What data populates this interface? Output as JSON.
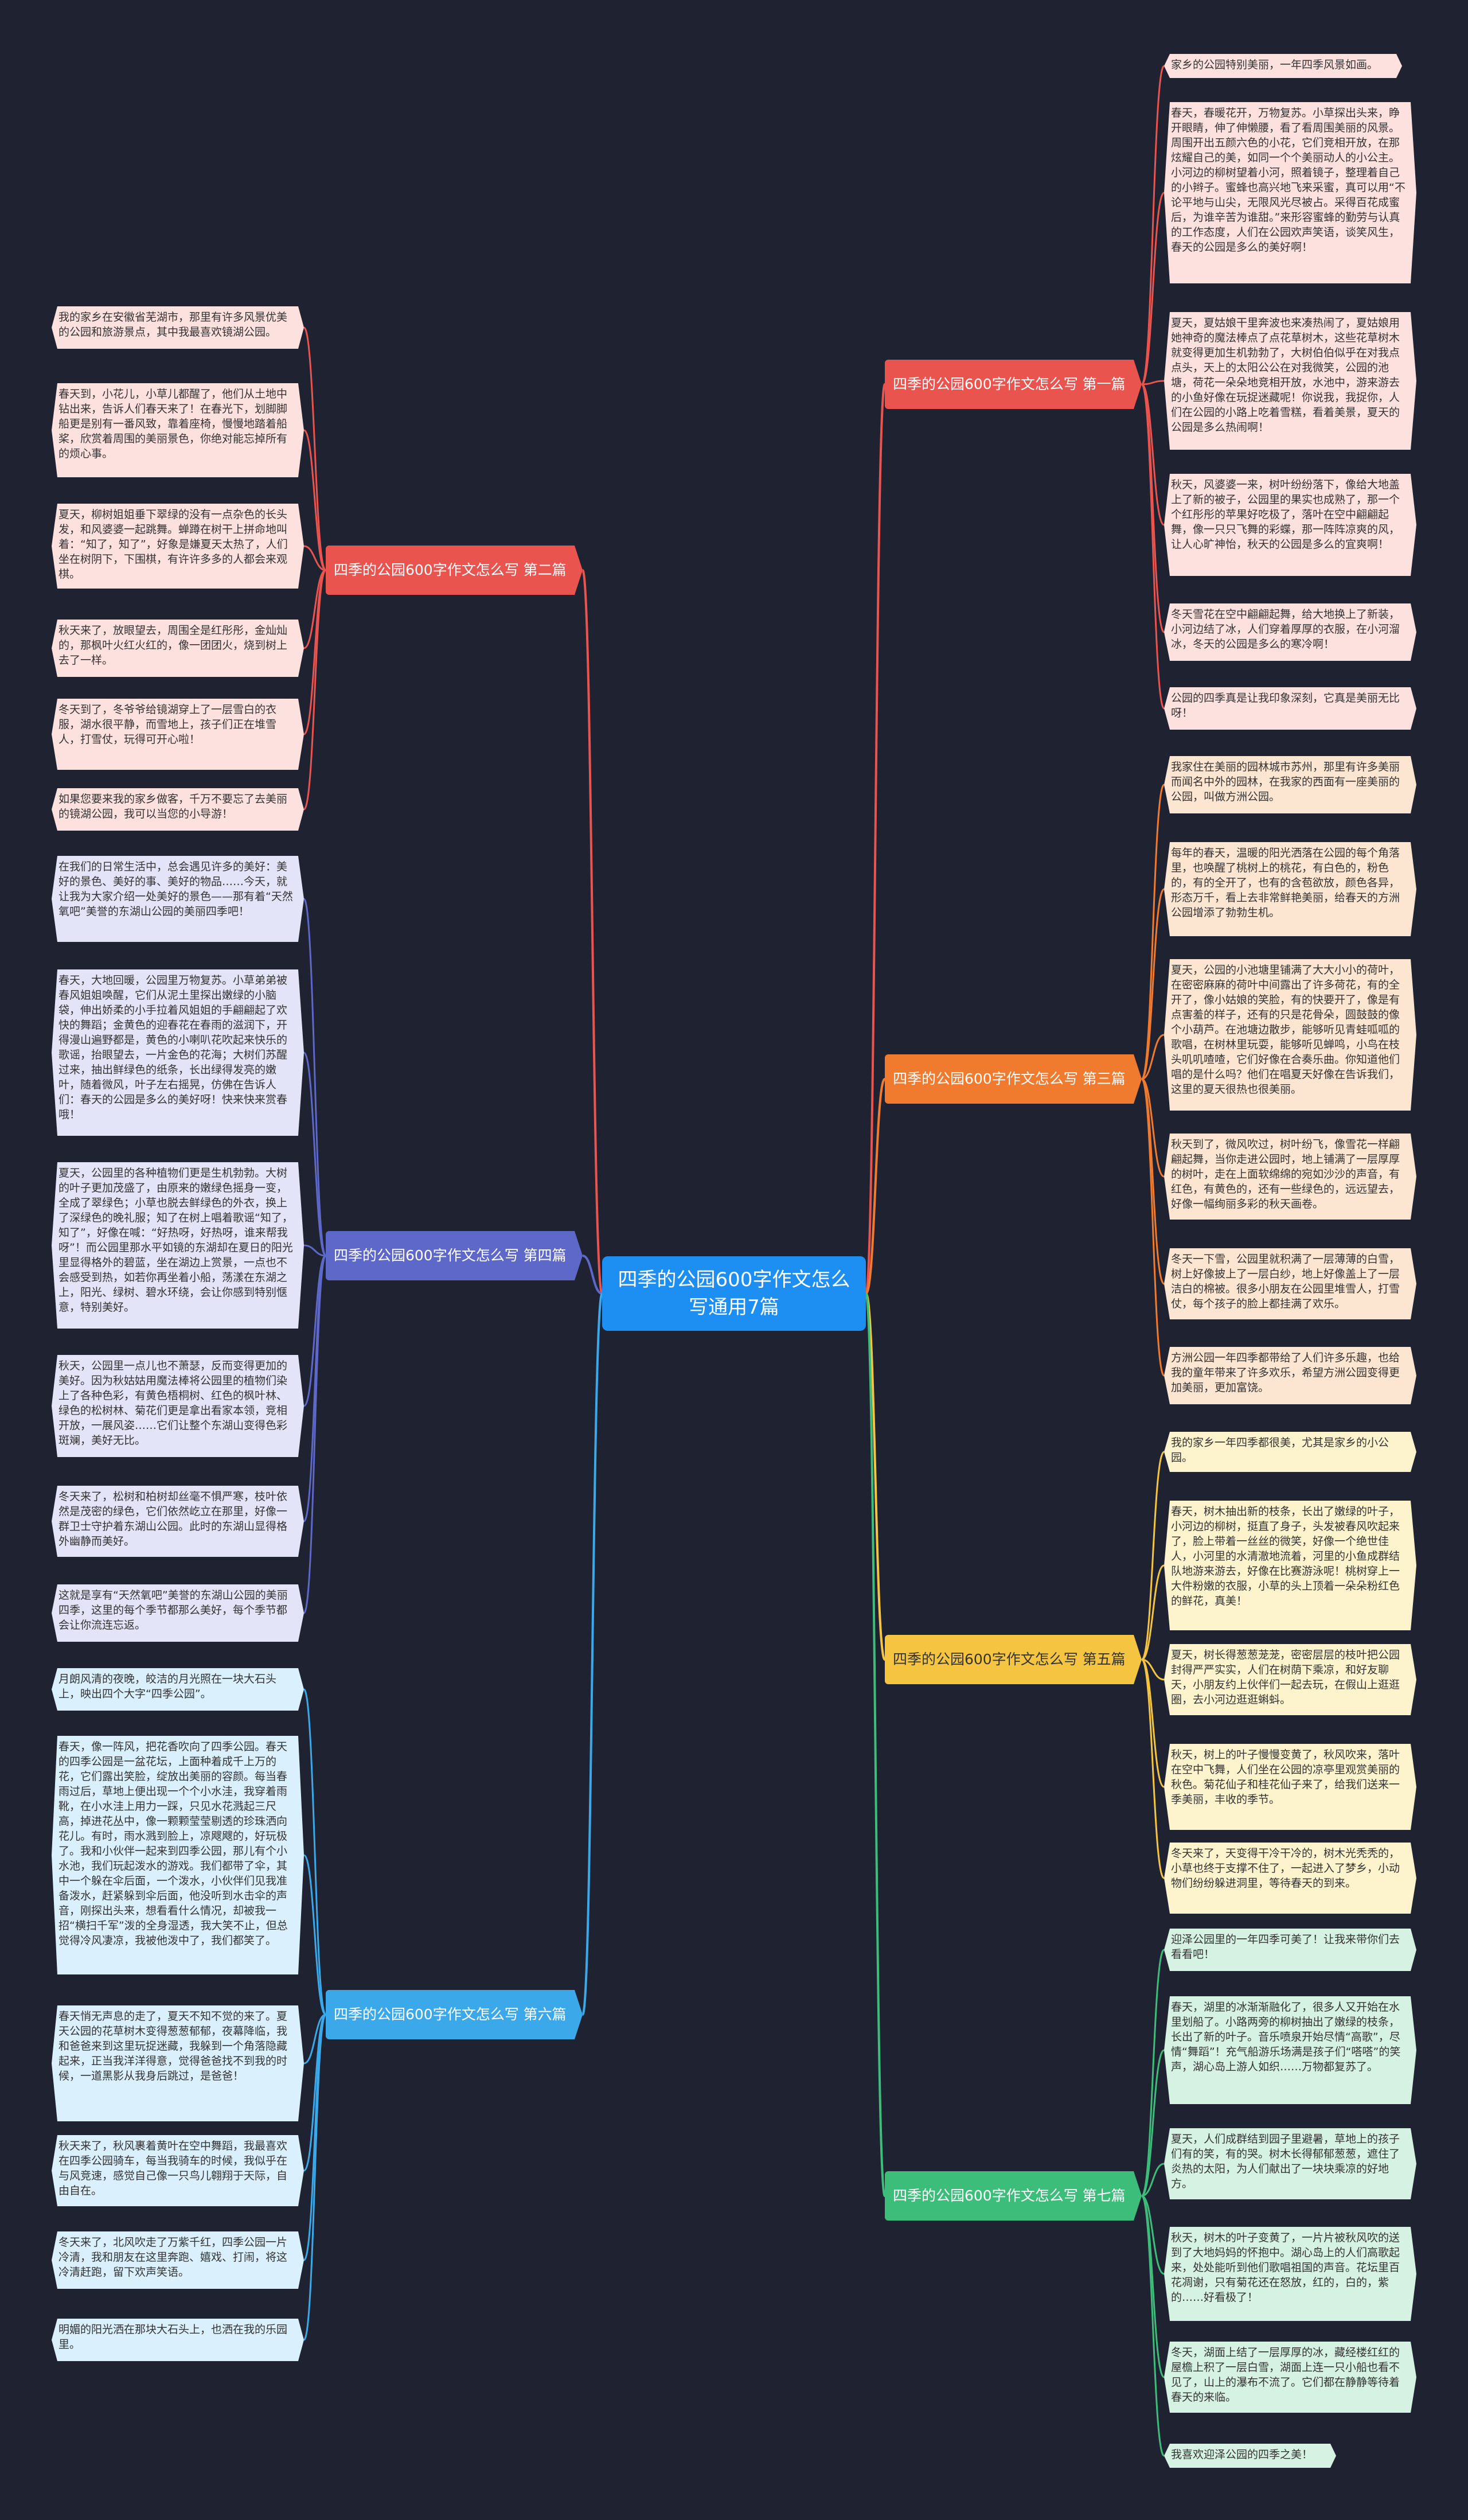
{
  "root": {
    "label": "四季的公园600字作文怎么写通用7篇"
  },
  "colors": {
    "background": "#1f2230",
    "root": "#1d8ff2",
    "b1": "#e9544f",
    "b2": "#e9544f",
    "b3": "#f07a2e",
    "b4": "#5d68c8",
    "b5": "#f5c542",
    "b6": "#3ba9e9",
    "b7": "#3dbd7a"
  },
  "branches": [
    {
      "label": "四季的公园600字作文怎么写 第一篇",
      "leaves": [
        "家乡的公园特别美丽，一年四季风景如画。",
        "春天，春暖花开，万物复苏。小草探出头来，睁开眼睛，伸了伸懒腰，看了看周围美丽的风景。周围开出五颜六色的小花，它们竞相开放，在那炫耀自己的美，如同一个个美丽动人的小公主。小河边的柳树望着小河，照着镜子，整理着自己的小辫子。蜜蜂也高兴地飞来采蜜，真可以用“不论平地与山尖，无限风光尽被占。采得百花成蜜后，为谁辛苦为谁甜。”来形容蜜蜂的勤劳与认真的工作态度，人们在公园欢声笑语，谈笑风生，春天的公园是多么的美好啊！",
        "夏天，夏姑娘干里奔波也来凑热闹了，夏姑娘用她神奇的魔法棒点了点花草树木，这些花草树木就变得更加生机勃勃了，大树伯伯似乎在对我点点头，天上的太阳公公在对我微笑，公园的池塘，荷花一朵朵地竞相开放，水池中，游来游去的小鱼好像在玩捉迷藏呢！你说我，我捉你，人们在公园的小路上吃着雪糕，看着美景，夏天的公园是多么热闹啊！",
        "秋天，风婆婆一来，树叶纷纷落下，像给大地盖上了新的被子，公园里的果实也成熟了，那一个个红彤彤的苹果好吃极了，落叶在空中翩翩起舞，像一只只飞舞的彩蝶，那一阵阵凉爽的风，让人心旷神怡，秋天的公园是多么的宜爽啊！",
        "冬天雪花在空中翩翩起舞，给大地换上了新装，小河边结了冰，人们穿着厚厚的衣服，在小河溜冰，冬天的公园是多么的寒冷啊！",
        "公园的四季真是让我印象深刻，它真是美丽无比呀！"
      ]
    },
    {
      "label": "四季的公园600字作文怎么写 第二篇",
      "leaves": [
        "我的家乡在安徽省芜湖市，那里有许多风景优美的公园和旅游景点，其中我最喜欢镜湖公园。",
        "春天到，小花儿，小草儿都醒了，他们从土地中钻出来，告诉人们春天来了！在春光下，划脚脚船更是别有一番风致，靠着座椅，慢慢地踏着船桨，欣赏着周围的美丽景色，你绝对能忘掉所有的烦心事。",
        "夏天，柳树姐姐垂下翠绿的没有一点杂色的长头发，和风婆婆一起跳舞。蝉蹲在树干上拼命地叫着：“知了，知了”，好象是嫌夏天太热了，人们坐在树阴下，下围棋，有许许多多的人都会来观棋。",
        "秋天来了，放眼望去，周围全是红彤彤，金灿灿的，那枫叶火红火红的，像一团团火，烧到树上去了一样。",
        "冬天到了，冬爷爷给镜湖穿上了一层雪白的衣服，湖水很平静，而雪地上，孩子们正在堆雪人，打雪仗，玩得可开心啦！",
        "如果您要来我的家乡做客，千万不要忘了去美丽的镜湖公园，我可以当您的小导游！"
      ]
    },
    {
      "label": "四季的公园600字作文怎么写 第三篇",
      "leaves": [
        "我家住在美丽的园林城市苏州，那里有许多美丽而闻名中外的园林，在我家的西面有一座美丽的公园，叫做方洲公园。",
        "每年的春天，温暖的阳光洒落在公园的每个角落里，也唤醒了桃树上的桃花，有白色的，粉色的，有的全开了，也有的含苞欲放，颜色各异，形态万千，看上去非常鲜艳美丽，给春天的方洲公园增添了勃勃生机。",
        "夏天，公园的小池塘里铺满了大大小小的荷叶，在密密麻麻的荷叶中间露出了许多荷花，有的全开了，像小姑娘的笑脸，有的快要开了，像是有点害羞的样子，还有的只是花骨朵，圆鼓鼓的像个小葫芦。在池塘边散步，能够听见青蛙呱呱的歌唱，在树林里玩耍，能够听见蝉鸣，小鸟在枝头叽叽喳喳，它们好像在合奏乐曲。你知道他们唱的是什么吗？他们在唱夏天好像在告诉我们，这里的夏天很热也很美丽。",
        "秋天到了，微风吹过，树叶纷飞，像雪花一样翩翩起舞，当你走进公园时，地上铺满了一层厚厚的树叶，走在上面软绵绵的宛如沙沙的声音，有红色，有黄色的，还有一些绿色的，远远望去，好像一幅绚丽多彩的秋天画卷。",
        "冬天一下雪，公园里就积满了一层薄薄的白雪，树上好像披上了一层白纱，地上好像盖上了一层洁白的棉被。很多小朋友在公园里堆雪人，打雪仗，每个孩子的脸上都挂满了欢乐。",
        "方洲公园一年四季都带给了人们许多乐趣，也给我的童年带来了许多欢乐，希望方洲公园变得更加美丽，更加富饶。"
      ]
    },
    {
      "label": "四季的公园600字作文怎么写 第四篇",
      "leaves": [
        "在我们的日常生活中，总会遇见许多的美好：美好的景色、美好的事、美好的物品……今天，就让我为大家介绍一处美好的景色——那有着“天然氧吧”美誉的东湖山公园的美丽四季吧！",
        "春天，大地回暖，公园里万物复苏。小草弟弟被春风姐姐唤醒，它们从泥土里探出嫩绿的小脑袋，伸出娇柔的小手拉着风姐姐的手翩翩起了欢快的舞蹈；金黄色的迎春花在春雨的滋润下，开得漫山遍野都是，黄色的小喇叭花吹起来快乐的歌谣，抬眼望去，一片金色的花海；大树们苏醒过来，抽出鲜绿色的纸条，长出绿得发亮的嫩叶，随着微风，叶子左右摇晃，仿佛在告诉人们：春天的公园是多么的美好呀！快来快来赏春哦！",
        "夏天，公园里的各种植物们更是生机勃勃。大树的叶子更加茂盛了，由原来的嫩绿色摇身一变，全成了翠绿色；小草也脱去鲜绿色的外衣，换上了深绿色的晚礼服；知了在树上唱着歌谣“知了，知了”，好像在喊：“好热呀，好热呀，谁来帮我呀”！而公园里那水平如镜的东湖却在夏日的阳光里显得格外的碧蓝，坐在湖边上赏景，一点也不会感受到热，如若你再坐着小船，荡漾在东湖之上，阳光、绿树、碧水环绕，会让你感到特别惬意，特别美好。",
        "秋天，公园里一点儿也不萧瑟，反而变得更加的美好。因为秋姑姑用魔法棒将公园里的植物们染上了各种色彩，有黄色梧桐树、红色的枫叶林、绿色的松树林、菊花们更是拿出看家本领，竞相开放，一展风姿……它们让整个东湖山变得色彩斑斓，美好无比。",
        "冬天来了，松树和柏树却丝毫不惧严寒，枝叶依然是茂密的绿色，它们依然屹立在那里，好像一群卫士守护着东湖山公园。此时的东湖山显得格外幽静而美好。",
        "这就是享有“天然氧吧”美誉的东湖山公园的美丽四季，这里的每个季节都那么美好，每个季节都会让你流连忘返。"
      ]
    },
    {
      "label": "四季的公园600字作文怎么写 第五篇",
      "leaves": [
        "我的家乡一年四季都很美，尤其是家乡的小公园。",
        "春天，树木抽出新的枝条，长出了嫩绿的叶子，小河边的柳树，挺直了身子，头发被春风吹起来了，脸上带着一丝丝的微笑，好像一个绝世佳人，小河里的水清澈地流着，河里的小鱼成群结队地游来游去，好像在比赛游泳呢！桃树穿上一大件粉嫩的衣服，小草的头上顶着一朵朵粉红色的鲜花，真美！",
        "夏天，树长得葱葱茏茏，密密层层的枝叶把公园封得严严实实，人们在树荫下乘凉，和好友聊天，小朋友约上伙伴们一起去玩，在假山上逛逛圈，去小河边逛逛蝌蚪。",
        "秋天，树上的叶子慢慢变黄了，秋风吹来，落叶在空中飞舞，人们坐在公园的凉亭里观赏美丽的秋色。菊花仙子和桂花仙子来了，给我们送来一季美丽，丰收的季节。",
        "冬天来了，天变得干冷干冷的，树木光秃秃的，小草也终于支撑不住了，一起进入了梦乡，小动物们纷纷躲进洞里，等待春天的到来。"
      ]
    },
    {
      "label": "四季的公园600字作文怎么写 第六篇",
      "leaves": [
        "月朗风清的夜晚，皎洁的月光照在一块大石头上，映出四个大字“四季公园”。",
        "春天，像一阵风，把花香吹向了四季公园。春天的四季公园是一盆花坛，上面种着成千上万的花，它们露出笑脸，绽放出美丽的容颜。每当春雨过后，草地上便出现一个个小水洼，我穿着雨靴，在小水洼上用力一踩，只见水花溅起三尺高，掉进花丛中，像一颗颗莹莹剔透的珍珠洒向花儿。有时，雨水溅到脸上，凉飕飕的，好玩极了。我和小伙伴一起来到四季公园，那儿有个小水池，我们玩起泼水的游戏。我们都带了伞，其中一个躲在伞后面，一个泼水，小伙伴们见我准备泼水，赶紧躲到伞后面，他没听到水击伞的声音，刚探出头来，想看看什么情况，却被我一招“横扫千军”泼的全身湿透，我大笑不止，但总觉得冷风凄凉，我被他泼中了，我们都笑了。",
        "春天悄无声息的走了，夏天不知不觉的来了。夏天公园的花草树木变得葱葱郁郁，夜幕降临，我和爸爸来到这里玩捉迷藏，我躲到一个角落隐藏起来，正当我洋洋得意，觉得爸爸找不到我的时候，一道黑影从我身后跳过，是爸爸！",
        "秋天来了，秋风裹着黄叶在空中舞蹈，我最喜欢在四季公园骑车，每当我骑车的时候，我似乎在与风竞速，感觉自己像一只鸟儿翱翔于天际，自由自在。",
        "冬天来了，北风吹走了万紫千红，四季公园一片冷清，我和朋友在这里奔跑、嬉戏、打闹，将这冷清赶跑，留下欢声笑语。",
        "明媚的阳光洒在那块大石头上，也洒在我的乐园里。"
      ]
    },
    {
      "label": "四季的公园600字作文怎么写 第七篇",
      "leaves": [
        "迎泽公园里的一年四季可美了！让我来带你们去看看吧！",
        "春天，湖里的冰渐渐融化了，很多人又开始在水里划船了。小路两旁的柳树抽出了嫩绿的枝条，长出了新的叶子。音乐喷泉开始尽情“高歌”，尽情“舞蹈”！充气船游乐场满是孩子们“嗒嗒”的笑声，湖心岛上游人如织……万物都复苏了。",
        "夏天，人们成群结到园子里避暑，草地上的孩子们有的笑，有的哭。树木长得郁郁葱葱，遮住了炎热的太阳，为人们献出了一块块乘凉的好地方。",
        "秋天，树木的叶子变黄了，一片片被秋风吹的送到了大地妈妈的怀抱中。湖心岛上的人们高歌起来，处处能听到他们歌唱祖国的声音。花坛里百花凋谢，只有菊花还在怒放，红的，白的，紫的……好看极了！",
        "冬天，湖面上结了一层厚厚的冰，藏经楼红红的屋檐上积了一层白雪，湖面上连一只小船也看不见了，山上的瀑布不流了。它们都在静静等待着春天的来临。",
        "我喜欢迎泽公园的四季之美！"
      ]
    }
  ]
}
